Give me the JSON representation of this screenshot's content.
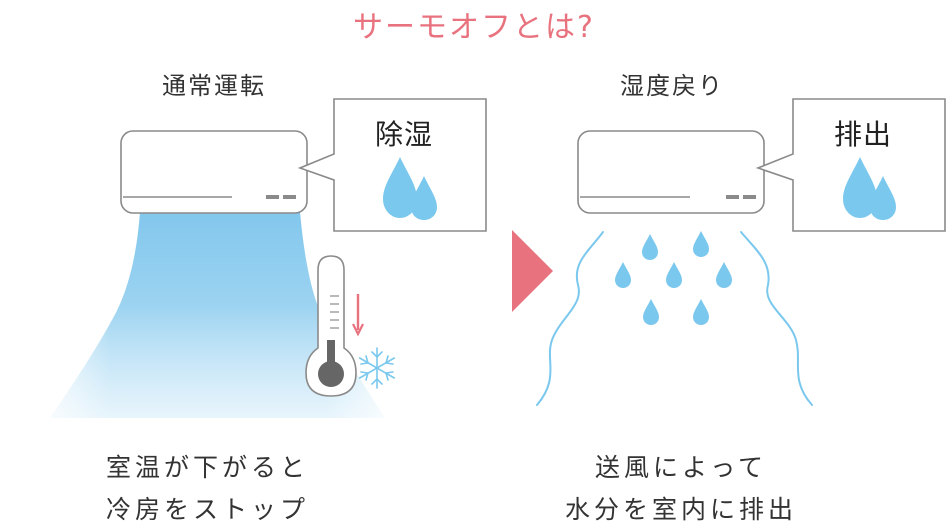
{
  "title": "サーモオフとは?",
  "left_panel": {
    "heading": "通常運転",
    "bubble_label": "除湿",
    "caption_line1": "室温が下がると",
    "caption_line2": "冷房をストップ"
  },
  "right_panel": {
    "heading": "湿度戻り",
    "bubble_label": "排出",
    "caption_line1": "送風によって",
    "caption_line2": "水分を室内に排出"
  },
  "colors": {
    "accent": "#e8727e",
    "air_blue": "#7cc4ec",
    "drop_blue": "#7bc8ee",
    "outline_gray": "#8a8a8a",
    "text": "#333333"
  },
  "icons": [
    "air-conditioner-icon",
    "water-drop-icon",
    "thermometer-icon",
    "snowflake-icon",
    "arrow-right-icon",
    "wavy-line-icon"
  ]
}
